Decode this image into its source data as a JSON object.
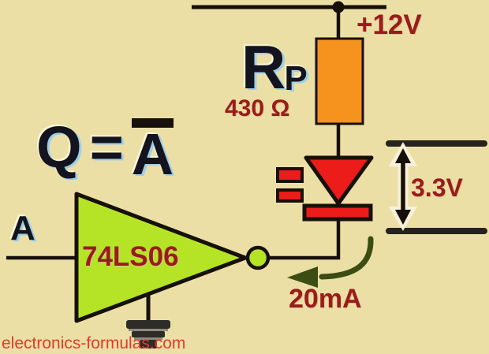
{
  "colors": {
    "background": "#ebdfa6",
    "wire_black": "#171008",
    "resistor_orange": "#f6921e",
    "led_red": "#eb1c1a",
    "gate_green": "#b5e326",
    "label_dark_red": "#9b1b1b",
    "label_black": "#14141f",
    "current_arrow_green": "#3b4d12",
    "ground_gray": "#2e2c28",
    "watermark_red": "#e33b2c"
  },
  "symbols": [
    "resistor-icon",
    "led-icon",
    "inverter-gate-icon",
    "ground-icon",
    "junction-dot-icon",
    "voltage-span-arrow-icon",
    "current-arrow-icon"
  ],
  "labels": {
    "supply_voltage": "+12V",
    "resistor_name": "R",
    "resistor_subscript": "P",
    "resistor_value": "430 Ω",
    "led_forward_voltage": "3.3V",
    "led_current": "20mA",
    "gate_part_number": "74LS06",
    "input_signal": "A",
    "equation_lhs": "Q",
    "equation_operator": "=",
    "equation_rhs": "A"
  },
  "watermark": {
    "text": "electronics-formulas.com"
  }
}
